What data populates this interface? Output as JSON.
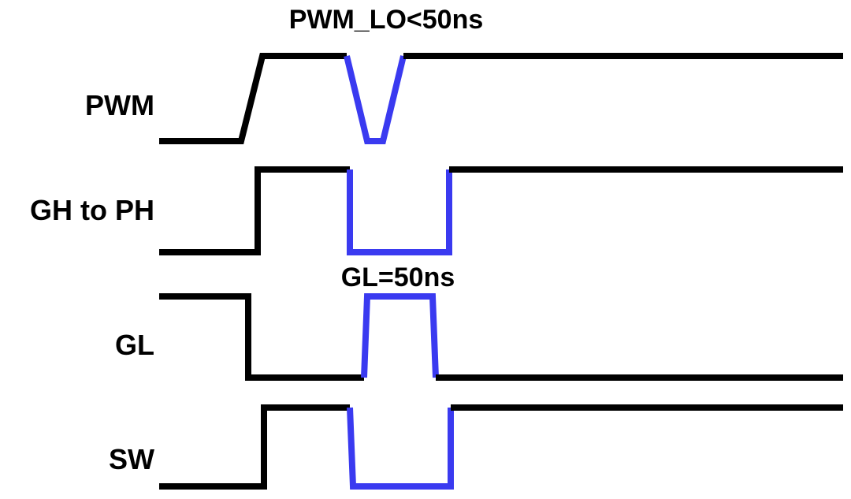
{
  "colors": {
    "background": "#ffffff",
    "normal": "#000000",
    "highlight": "#3a3af0"
  },
  "annotations": {
    "pwm_low": "PWM_LO<50ns",
    "gl_pulse": "GL=50ns"
  },
  "signals": [
    {
      "id": "pwm",
      "label": "PWM"
    },
    {
      "id": "gh",
      "label": "GH to PH"
    },
    {
      "id": "gl",
      "label": "GL"
    },
    {
      "id": "sw",
      "label": "SW"
    }
  ]
}
